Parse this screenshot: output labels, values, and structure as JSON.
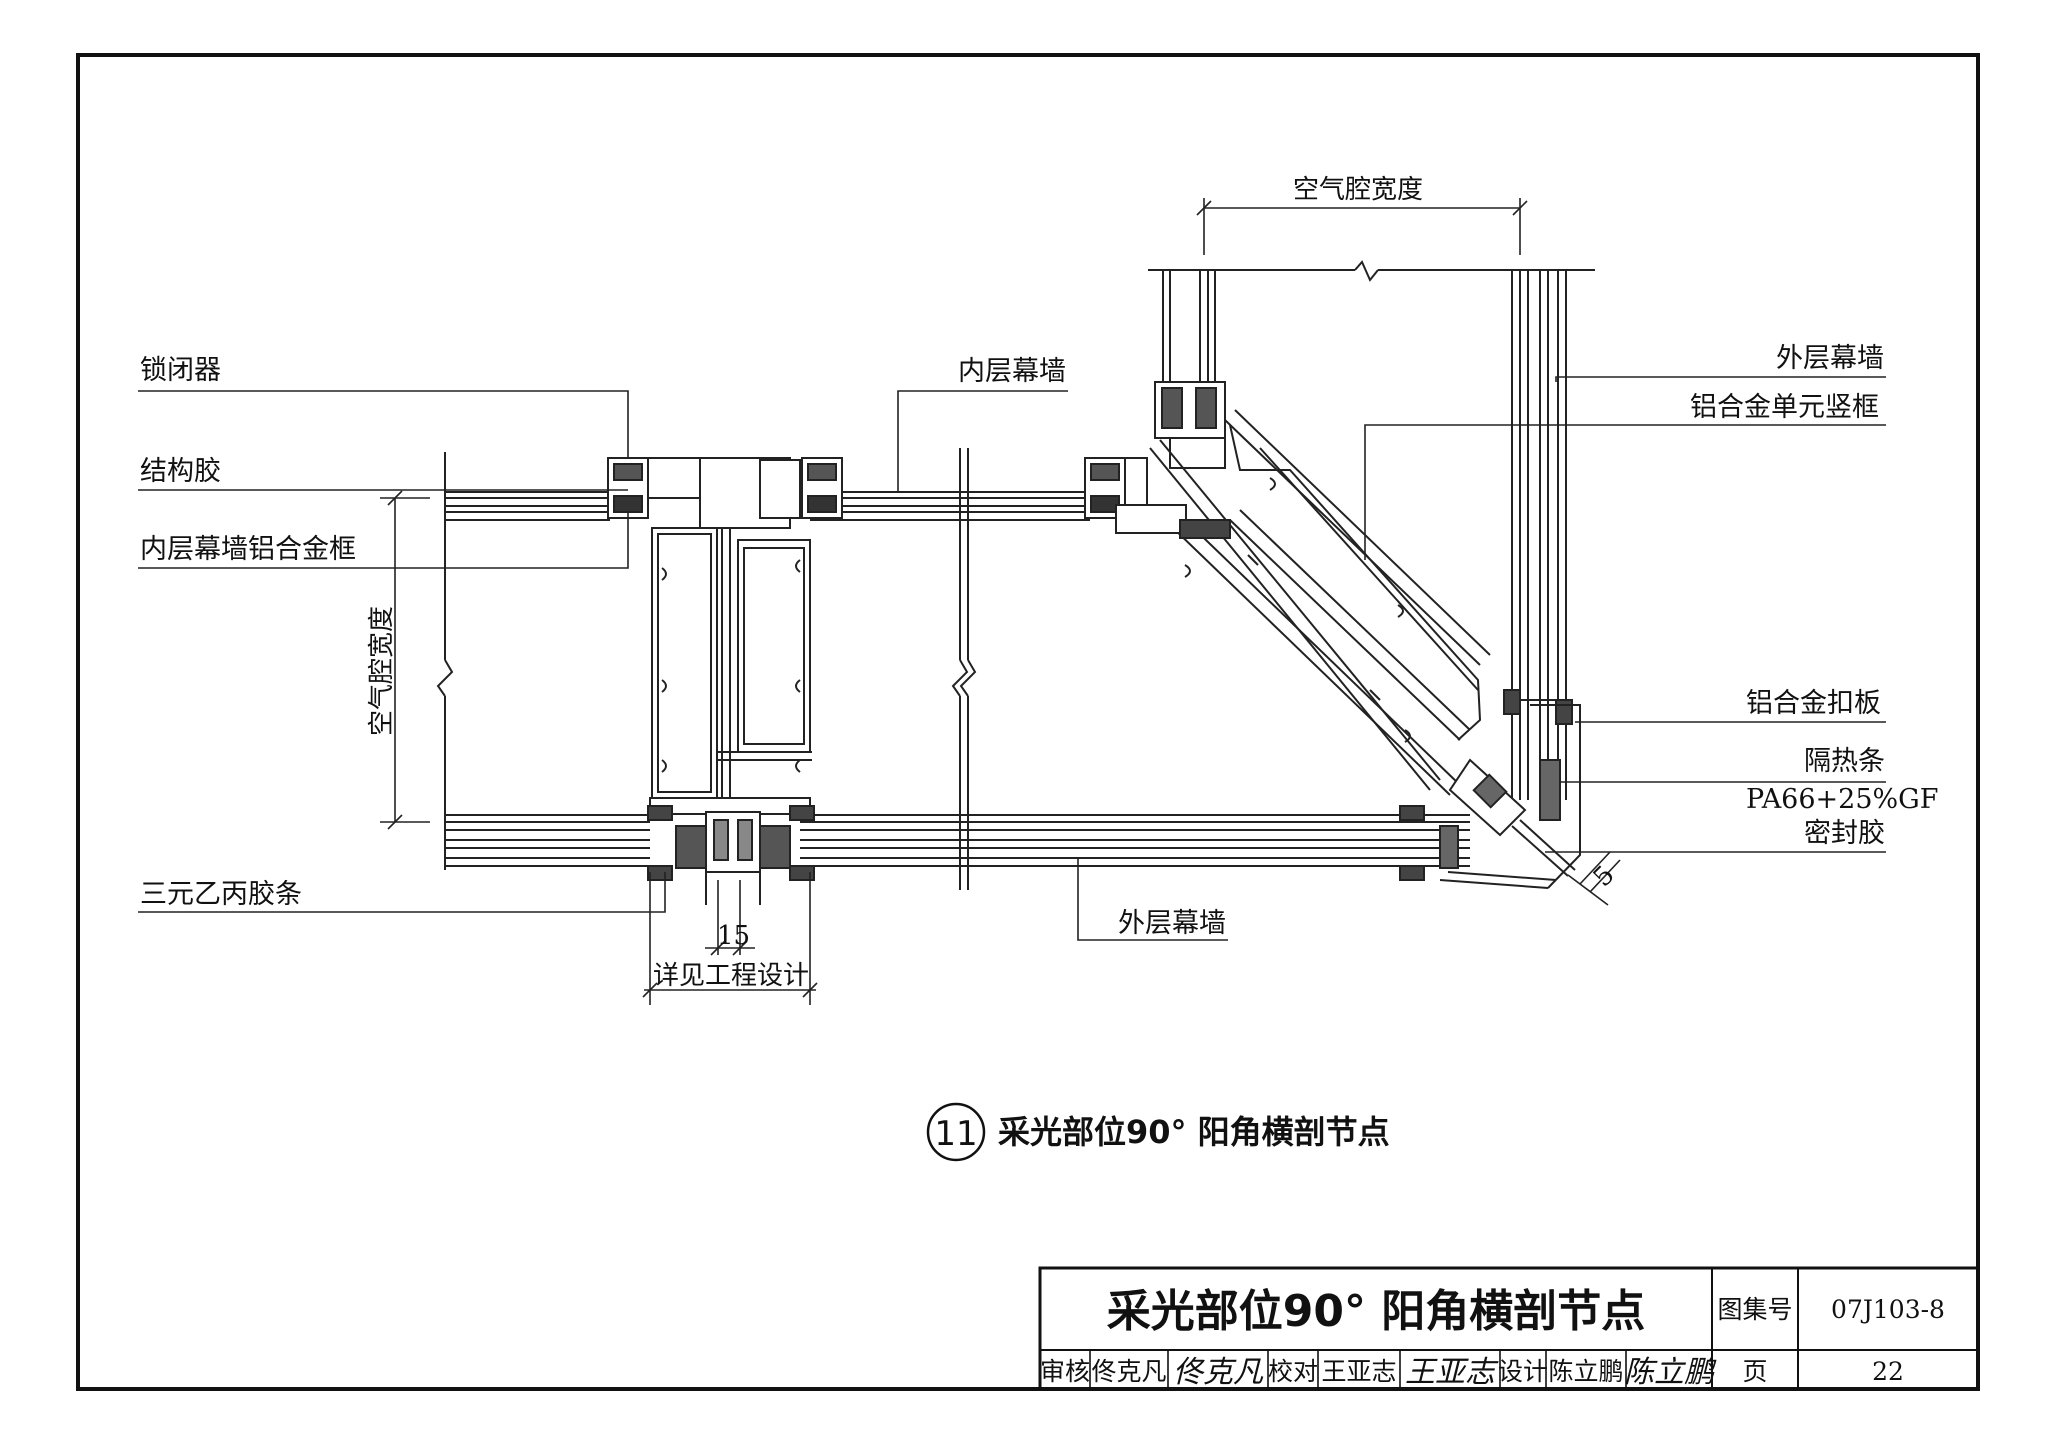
{
  "labels": {
    "lock": "锁闭器",
    "structural_glue": "结构胶",
    "inner_frame": "内层幕墙铝合金框",
    "air_cavity_v": "空气腔宽度",
    "epdm_strip": "三元乙丙胶条",
    "dim_15": "15",
    "see_design": "详见工程设计",
    "inner_wall": "内层幕墙",
    "outer_wall_bottom": "外层幕墙",
    "air_cavity_h": "空气腔宽度",
    "outer_wall_top": "外层幕墙",
    "unit_mullion": "铝合金单元竖框",
    "cover_plate": "铝合金扣板",
    "thermal_break": "隔热条",
    "pa66": "PA66+25%GF",
    "sealant": "密封胶",
    "dim_5": "5"
  },
  "caption": {
    "number": "11",
    "text": "采光部位90° 阳角横剖节点"
  },
  "title_block": {
    "title": "采光部位90° 阳角横剖节点",
    "atlas_label": "图集号",
    "atlas_no": "07J103-8",
    "review_label": "审核",
    "reviewer": "佟克凡",
    "reviewer_sig": "佟克凡",
    "check_label": "校对",
    "checker": "王亚志",
    "checker_sig": "王亚志",
    "design_label": "设计",
    "designer": "陈立鹏",
    "designer_sig": "陈立鹏",
    "page_label": "页",
    "page_no": "22"
  }
}
